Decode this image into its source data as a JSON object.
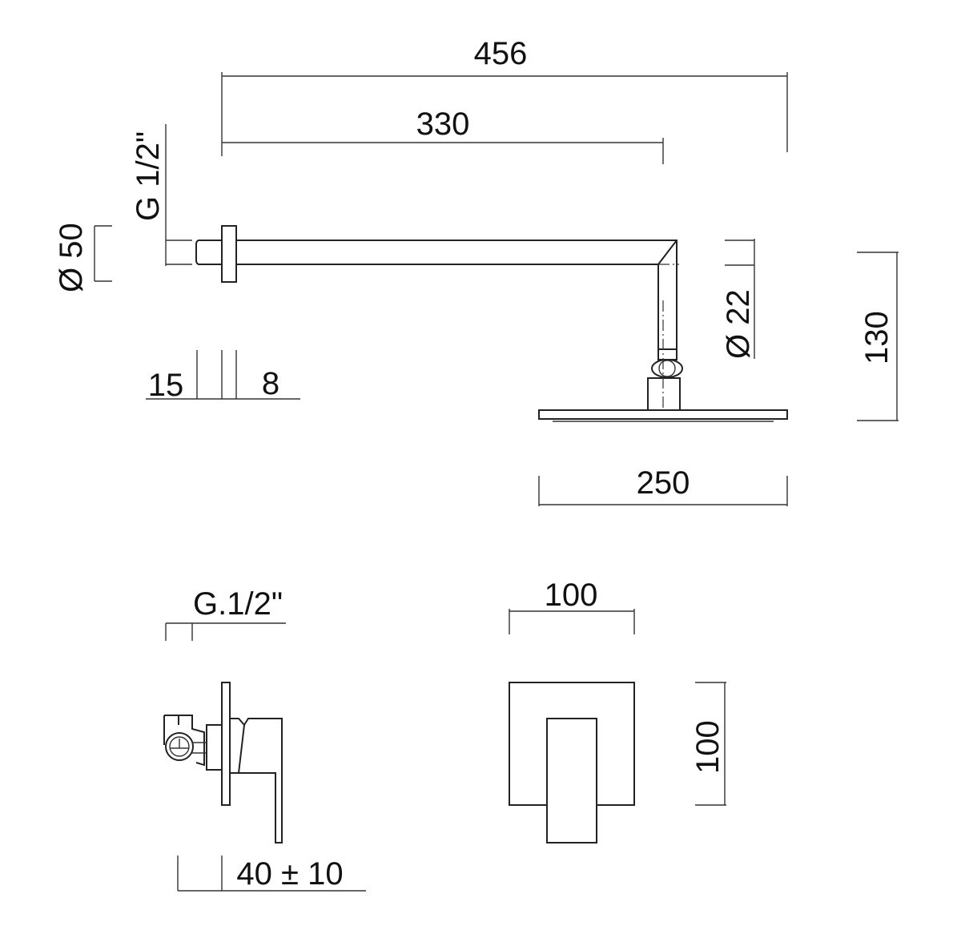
{
  "dimensions": {
    "overall_length": "456",
    "arm_length": "330",
    "thread_top": "G 1/2\"",
    "flange_diameter": "Ø 50",
    "flange_offset": "15",
    "flange_thickness": "8",
    "pipe_diameter": "Ø 22",
    "drop_height": "130",
    "head_width": "250",
    "mixer_thread": "G.1/2\"",
    "plate_width": "100",
    "plate_height": "100",
    "installation_depth": "40 ± 10"
  }
}
